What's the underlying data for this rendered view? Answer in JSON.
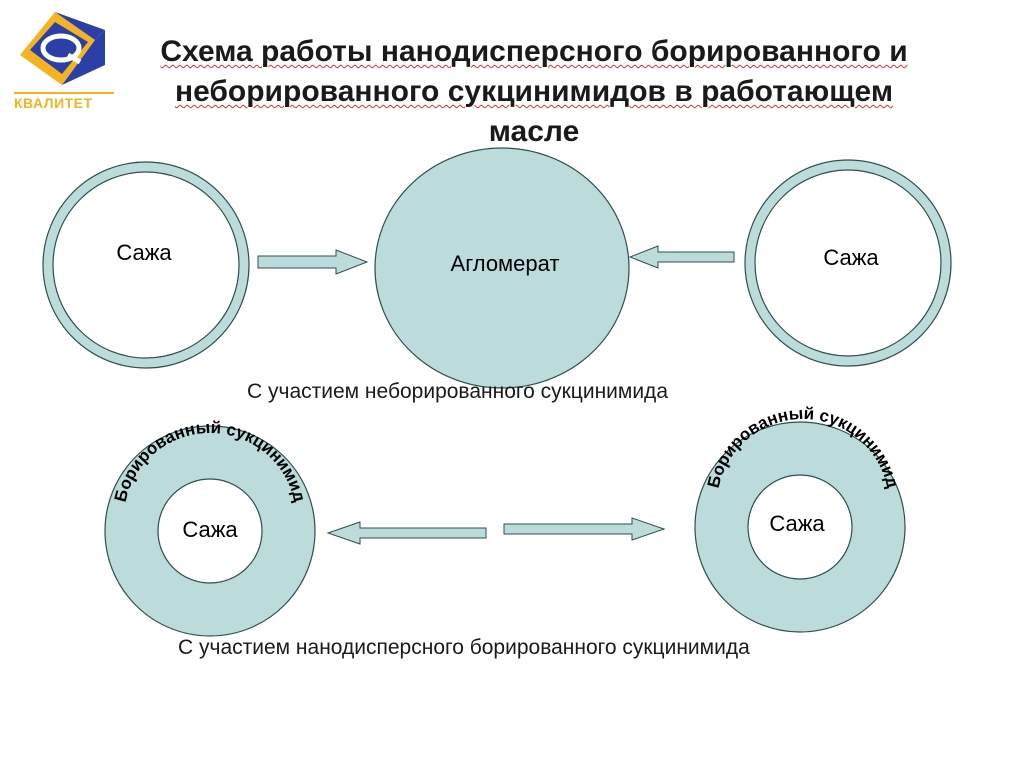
{
  "logo": {
    "text": "КВАЛИТЕТ",
    "letter": "Q",
    "colors": {
      "yellow": "#f3b323",
      "blue": "#2b3fa6"
    }
  },
  "title": {
    "line1": "Схема работы нанодисперсного борированного и",
    "line2": "неборированного сукцинимидов в работающем",
    "line3": "масле"
  },
  "scheme_top": {
    "left_circle_label": "Сажа",
    "center_circle_label": "Агломерат",
    "right_circle_label": "Сажа",
    "caption": "С участием неборированного сукцинимида"
  },
  "scheme_bottom": {
    "left_ring_arc_text": "Борированный сукцинимид",
    "left_ring_inner_label": "Сажа",
    "right_ring_arc_text": "Борированный сукцинимид",
    "right_ring_inner_label": "Сажа",
    "caption": "С участием нанодисперсного борированного сукцинимида"
  },
  "colors": {
    "fill": "#bcdcdc",
    "stroke": "#2f4f4f",
    "background": "#ffffff"
  }
}
